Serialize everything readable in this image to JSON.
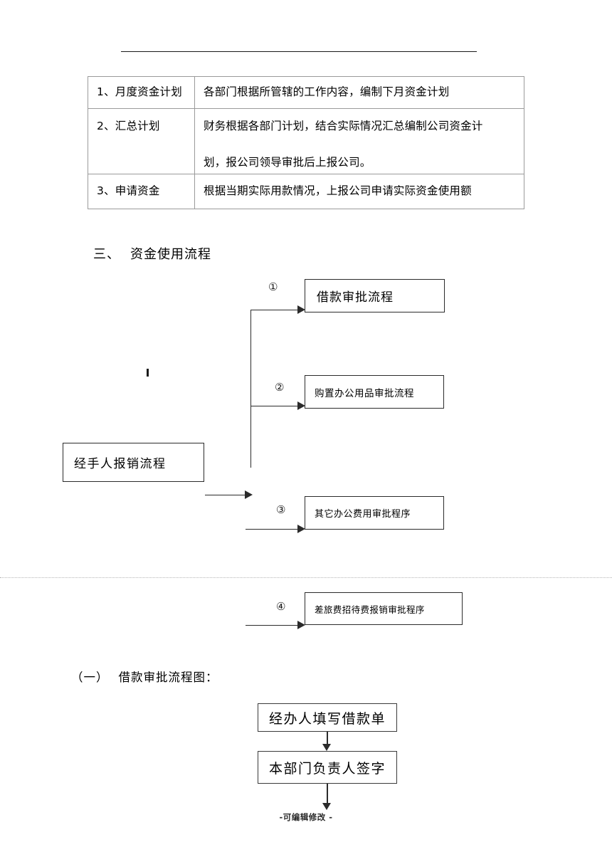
{
  "document": {
    "top_rule": "horizontal-rule",
    "footer_note": "-可编辑修改 -"
  },
  "table": {
    "rows": [
      {
        "label": "1、月度资金计划",
        "desc_line1": "各部门根据所管辖的工作内容，编制下月资金计划",
        "desc_line2": ""
      },
      {
        "label": "2、汇总计划",
        "desc_line1": "财务根据各部门计划，结合实际情况汇总编制公司资金计",
        "desc_line2": "划，报公司领导审批后上报公司。"
      },
      {
        "label": "3、申请资金",
        "desc_line1": "根据当期实际用款情况，上报公司申请实际资金使用额",
        "desc_line2": ""
      }
    ]
  },
  "section_three": {
    "num": "三、",
    "title": "资金使用流程"
  },
  "flow_upper": {
    "source_box": "经手人报销流程",
    "branches": [
      {
        "marker": "①",
        "label": "借款审批流程"
      },
      {
        "marker": "②",
        "label": "购置办公用品审批流程"
      },
      {
        "marker": "③",
        "label": "其它办公费用审批程序"
      },
      {
        "marker": "④",
        "label": "差旅费招待费报销审批程序"
      }
    ]
  },
  "section_one": {
    "num": "（一）",
    "title": "借款审批流程图："
  },
  "flow_lower": {
    "steps": [
      {
        "label": "经办人填写借款单"
      },
      {
        "label": "本部门负责人签字"
      }
    ]
  }
}
